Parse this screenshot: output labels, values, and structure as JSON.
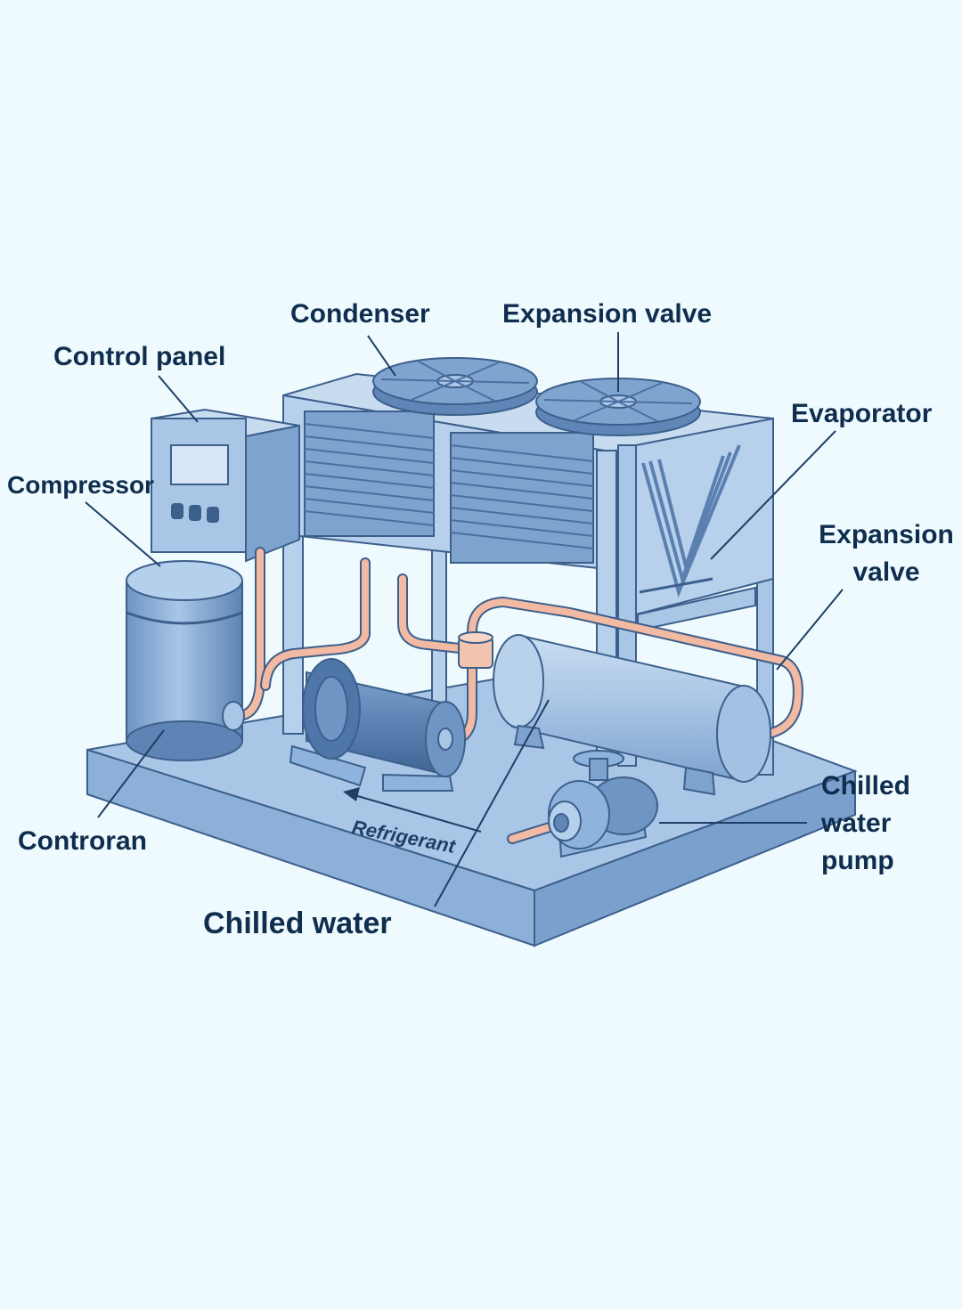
{
  "labels": {
    "condenser": "Condenser",
    "expansion_valve_top": "Expansion valve",
    "control_panel": "Control panel",
    "evaporator": "Evaporator",
    "compressor": "Compressor",
    "expansion_valve_right_line1": "Expansion",
    "expansion_valve_right_line2": "valve",
    "chilled_water_pump_line1": "Chilled",
    "chilled_water_pump_line2": "water",
    "chilled_water_pump_line3": "pump",
    "controran": "Controran",
    "refrigerant": "Refrigerant",
    "chilled_water": "Chilled water"
  },
  "colors": {
    "background": "#eefafd",
    "frame": "#a9c6e6",
    "frame_dark": "#6f93bf",
    "body": "#8eb3dc",
    "body_dark": "#5f86b6",
    "pipe": "#f2b9a3",
    "outline": "#3d5f8c",
    "text": "#0f2d4e"
  }
}
